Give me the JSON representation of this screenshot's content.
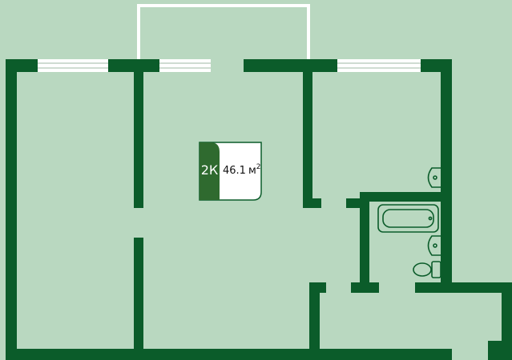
{
  "plan": {
    "room_count_label": "2К",
    "area_value": "46.1",
    "area_unit": "м",
    "area_unit_sup": "2"
  },
  "colors": {
    "background": "#b9d8c0",
    "walls": "#0b5c2a",
    "badge_accent": "#2f6a2f",
    "windows": "#ffffff"
  },
  "icons": [
    "sink-icon",
    "bathtub-icon",
    "sink-icon",
    "toilet-icon"
  ]
}
